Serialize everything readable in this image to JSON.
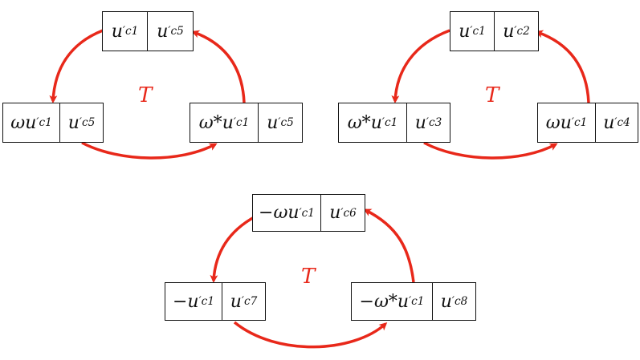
{
  "accent_color": "#e8281a",
  "cycles": [
    {
      "label": "T",
      "top": [
        {
          "pre": "",
          "sub": "1"
        },
        {
          "pre": "",
          "sub": "5"
        }
      ],
      "left": [
        {
          "pre": "ω",
          "sub": "1"
        },
        {
          "pre": "",
          "sub": "5"
        }
      ],
      "right": [
        {
          "pre": "ω*",
          "sub": "1"
        },
        {
          "pre": "",
          "sub": "5"
        }
      ]
    },
    {
      "label": "T",
      "top": [
        {
          "pre": "",
          "sub": "1"
        },
        {
          "pre": "",
          "sub": "2"
        }
      ],
      "left": [
        {
          "pre": "ω*",
          "sub": "1"
        },
        {
          "pre": "",
          "sub": "3"
        }
      ],
      "right": [
        {
          "pre": "ω",
          "sub": "1"
        },
        {
          "pre": "",
          "sub": "4"
        }
      ]
    },
    {
      "label": "T",
      "top": [
        {
          "pre": "−ω",
          "sub": "1"
        },
        {
          "pre": "",
          "sub": "6"
        }
      ],
      "left": [
        {
          "pre": "−",
          "sub": "1"
        },
        {
          "pre": "",
          "sub": "7"
        }
      ],
      "right": [
        {
          "pre": "−ω*",
          "sub": "1"
        },
        {
          "pre": "",
          "sub": "8"
        }
      ]
    }
  ]
}
